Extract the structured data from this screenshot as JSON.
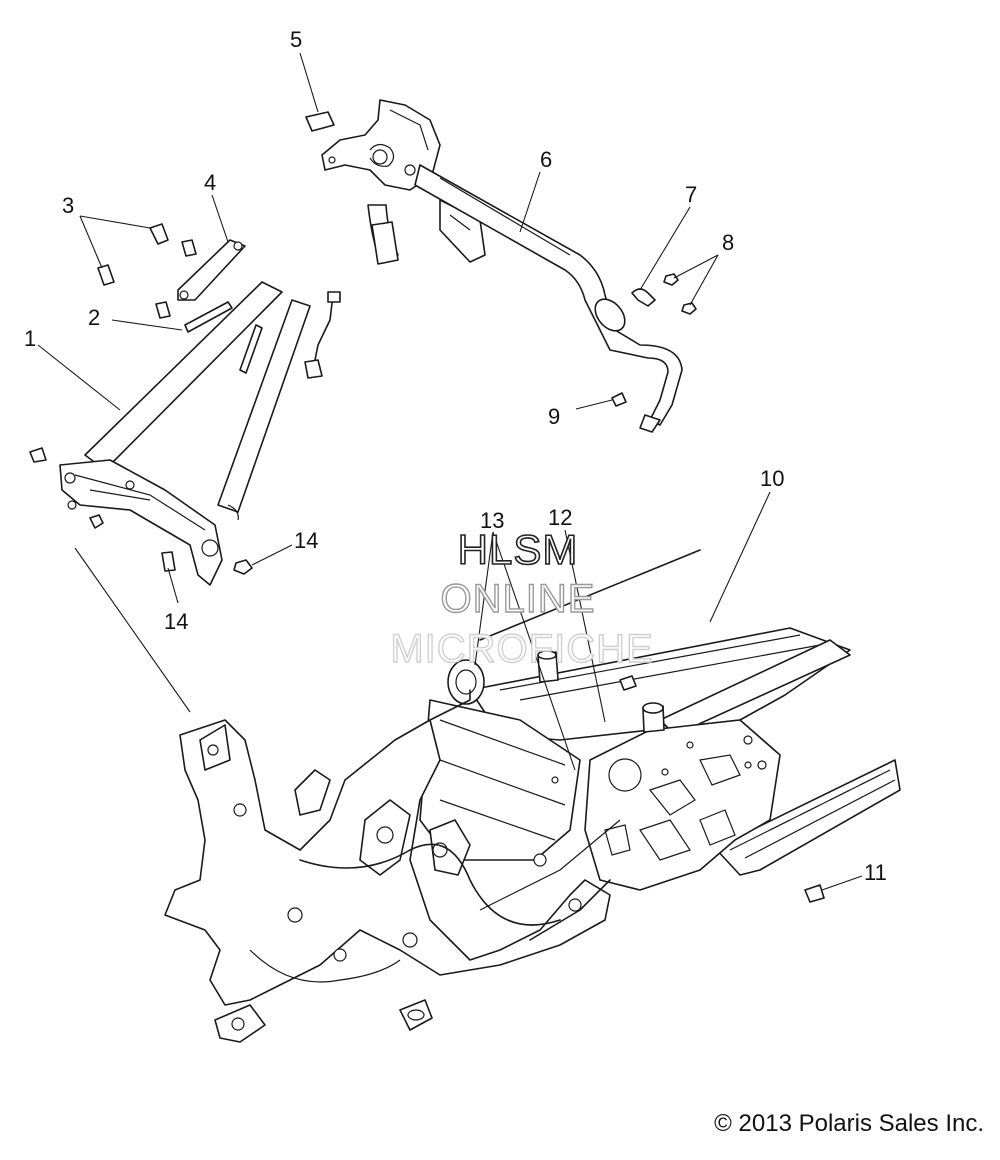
{
  "callouts": {
    "c1": "1",
    "c2": "2",
    "c3": "3",
    "c4": "4",
    "c5": "5",
    "c6": "6",
    "c7": "7",
    "c8": "8",
    "c9": "9",
    "c10": "10",
    "c11": "11",
    "c12": "12",
    "c13": "13",
    "c14a": "14",
    "c14b": "14"
  },
  "watermark": {
    "line1": "HLSM",
    "line2": "ONLINE",
    "line3": "MICROFICHE"
  },
  "copyright": "© 2013 Polaris Sales Inc."
}
